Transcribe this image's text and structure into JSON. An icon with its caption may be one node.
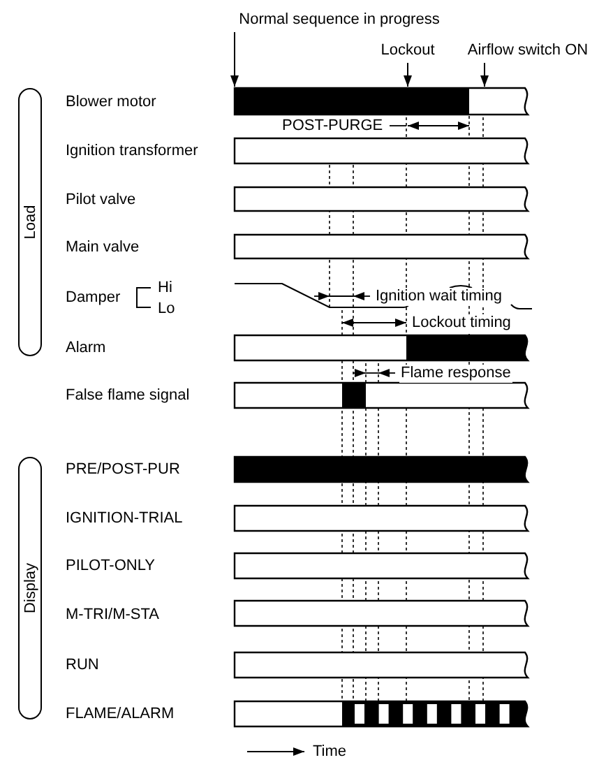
{
  "diagram": {
    "nodes": [
      {
        "text": [
          "Normal sequence in progress"
        ]
      },
      {
        "text": [
          "Lockout"
        ]
      },
      {
        "text": [
          "Airflow switch ON"
        ]
      },
      {
        "text": [
          "Load"
        ]
      },
      {
        "text": [
          "Display"
        ]
      }
    ],
    "edges": [
      {
        "from": 0,
        "to": null,
        "arrow": "to"
      },
      {
        "from": 1,
        "to": null,
        "arrow": "to"
      },
      {
        "from": 2,
        "to": null,
        "arrow": "to"
      }
    ],
    "labels": [
      "Blower motor",
      "POST-PURGE",
      "Ignition transformer",
      "Pilot valve",
      "Main valve",
      "Damper",
      "Hi",
      "Lo",
      "Ignition wait timing",
      "Lockout timing",
      "Alarm",
      "Flame response",
      "False flame signal",
      "PRE/POST-PUR",
      "IGNITION-TRIAL",
      "PILOT-ONLY",
      "M-TRI/M-STA",
      "RUN",
      "FLAME/ALARM",
      "Time"
    ]
  }
}
